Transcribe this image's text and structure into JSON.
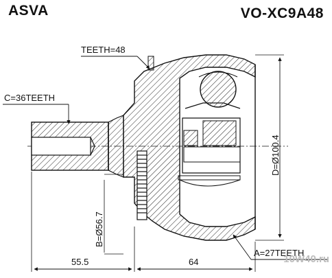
{
  "header": {
    "brand": "ASVA",
    "part_number": "VO-XC9A48"
  },
  "labels": {
    "teeth": "TEETH=48",
    "spline_c": "C=36TEETH",
    "diameter_d": "D=Ø100.4",
    "diameter_b": "B=Ø56.7",
    "spline_a": "A=27TEETH",
    "length_left": "55.5",
    "length_right": "64"
  },
  "watermark": "10W40.ru"
}
